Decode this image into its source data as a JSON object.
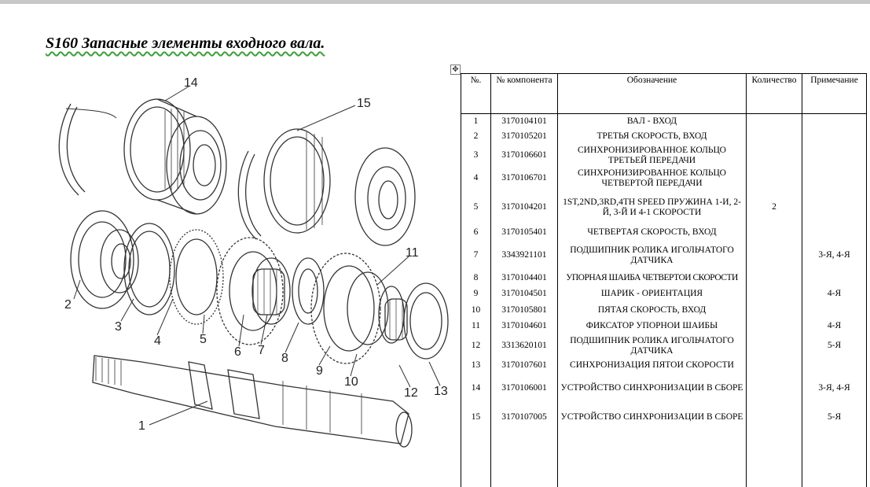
{
  "title": "S160 Запасные элементы входного вала.",
  "table": {
    "headers": [
      "№.",
      "№ компонента",
      "Обозначение",
      "Количество",
      "Примечание"
    ],
    "rows": [
      {
        "no": "1",
        "part": "3170104101",
        "name": "ВАЛ - ВХОД",
        "qty": "",
        "note": ""
      },
      {
        "no": "2",
        "part": "3170105201",
        "name": "ТРЕТЬЯ СКОРОСТЬ, ВХОД",
        "qty": "",
        "note": ""
      },
      {
        "no": "3",
        "part": "3170106601",
        "name": "СИНХРОНИЗИРОВАННОЕ КОЛЬЦО ТРЕТЬЕЙ ПЕРЕДАЧИ",
        "qty": "",
        "note": ""
      },
      {
        "no": "4",
        "part": "3170106701",
        "name": "СИНХРОНИЗИРОВАННОЕ КОЛЬЦО ЧЕТВЕРТОЙ ПЕРЕДАЧИ",
        "qty": "",
        "note": ""
      },
      {
        "no": "5",
        "part": "3170104201",
        "name": "1ST,2ND,3RD,4TH SPEED ПРУЖИНА 1-И, 2-Й, 3-Й И 4-1 СКОРОСТИ",
        "qty": "2",
        "note": ""
      },
      {
        "no": "6",
        "part": "3170105401",
        "name": "ЧЕТВЕРТАЯ СКОРОСТЬ, ВХОД",
        "qty": "",
        "note": ""
      },
      {
        "no": "7",
        "part": "3343921101",
        "name": "ПОДШИПНИК РОЛИКА ИГОЛЬЧАТОГО ДАТЧИКА",
        "qty": "",
        "note": "3-Я, 4-Я"
      },
      {
        "no": "8",
        "part": "3170104401",
        "name": "УПОРНАЯ ШАИБА ЧЕТВЕРТОИ СКОРОСТИ",
        "qty": "",
        "note": ""
      },
      {
        "no": "9",
        "part": "3170104501",
        "name": "ШАРИК - ОРИЕНТАЦИЯ",
        "qty": "",
        "note": "4-Я"
      },
      {
        "no": "10",
        "part": "3170105801",
        "name": "ПЯТАЯ СКОРОСТЬ, ВХОД",
        "qty": "",
        "note": ""
      },
      {
        "no": "11",
        "part": "3170104601",
        "name": "ФИКСАТОР УПОРНОИ ШАИБЫ",
        "qty": "",
        "note": "4-Я"
      },
      {
        "no": "12",
        "part": "3313620101",
        "name": "ПОДШИПНИК РОЛИКА ИГОЛЬЧАТОГО ДАТЧИКА",
        "qty": "",
        "note": "5-Я"
      },
      {
        "no": "13",
        "part": "3170107601",
        "name": "СИНХРОНИЗАЦИЯ ПЯТОИ СКОРОСТИ",
        "qty": "",
        "note": ""
      },
      {
        "no": "14",
        "part": "3170106001",
        "name": "УСТРОЙСТВО СИНХРОНИЗАЦИИ В СБОРЕ",
        "qty": "",
        "note": "3-Я, 4-Я"
      },
      {
        "no": "15",
        "part": "3170107005",
        "name": "УСТРОЙСТВО СИНХРОНИЗАЦИИ В СБОРЕ",
        "qty": "",
        "note": "5-Я"
      }
    ]
  },
  "diagram_callouts": [
    "1",
    "2",
    "3",
    "4",
    "5",
    "6",
    "7",
    "8",
    "9",
    "10",
    "11",
    "12",
    "13",
    "14",
    "15"
  ]
}
